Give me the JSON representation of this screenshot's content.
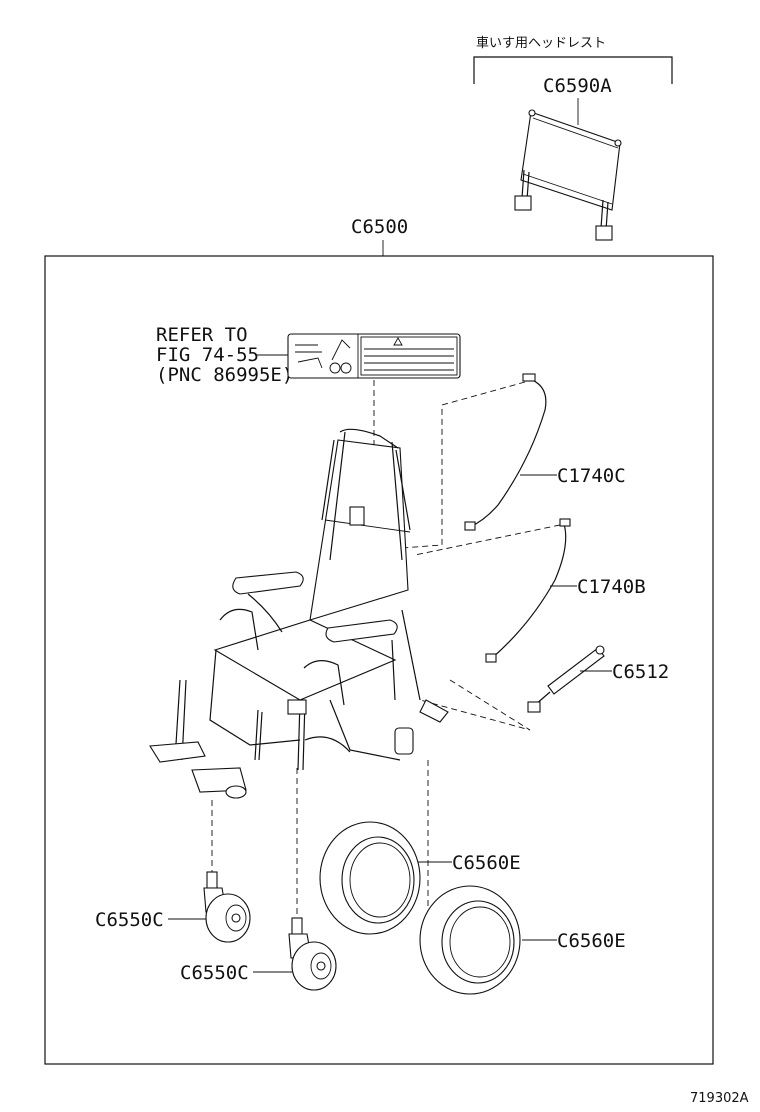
{
  "headrest": {
    "caption": "車いす用ヘッドレスト",
    "part_no": "C6590A"
  },
  "assembly": {
    "part_no": "C6500"
  },
  "reference_note": {
    "line1": "REFER TO",
    "line2": "FIG 74-55",
    "line3": "(PNC 86995E)"
  },
  "callouts": {
    "cable_upper": "C1740C",
    "cable_lower": "C1740B",
    "gas_spring": "C6512",
    "rear_wheel_1": "C6560E",
    "rear_wheel_2": "C6560E",
    "caster_1": "C6550C",
    "caster_2": "C6550C"
  },
  "figure_id": "719302A"
}
